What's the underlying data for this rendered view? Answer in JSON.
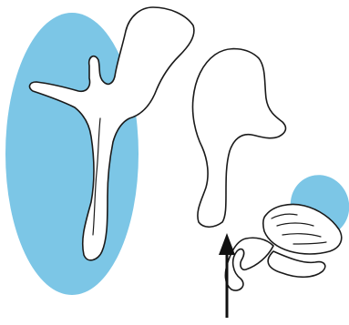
{
  "colors": {
    "background": "#ffffff",
    "highlight_fill": "#7cc6e6",
    "outline": "#1a1a1a",
    "shape_fill": "#ffffff",
    "arrow": "#111111"
  },
  "figure": {
    "elements": [
      "malleus-highlighted",
      "incus",
      "stapes-highlighted",
      "upward-arrow"
    ]
  }
}
